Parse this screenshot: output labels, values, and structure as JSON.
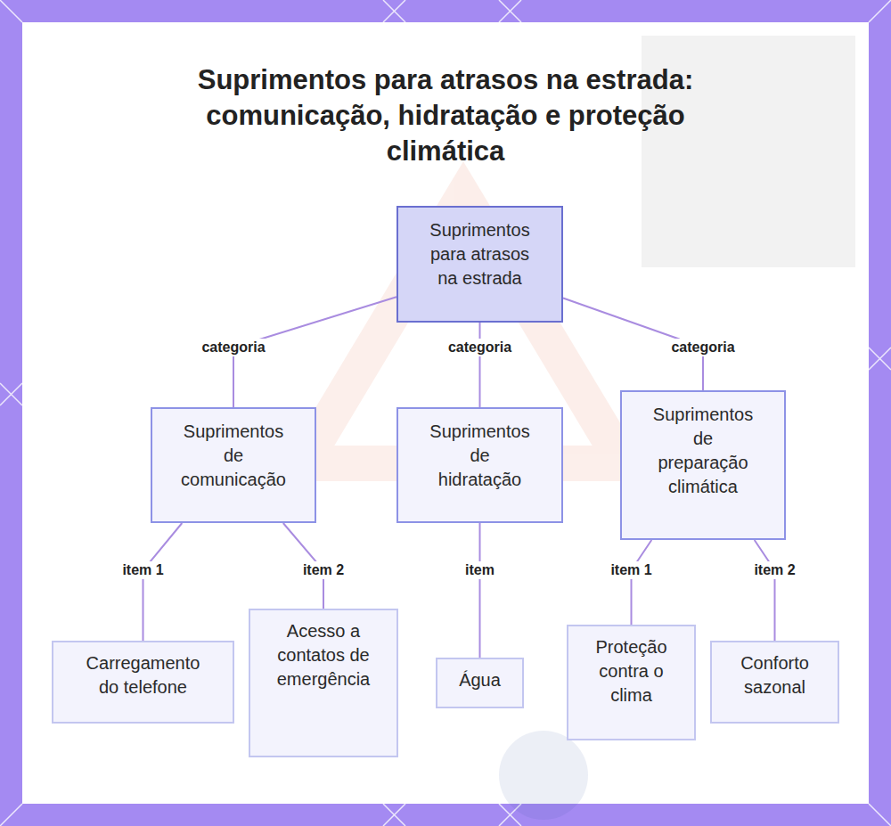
{
  "diagram": {
    "title": "Suprimentos para atrasos na estrada: comunicação, hidratação e proteção climática",
    "nodes": [
      {
        "text": [
          "Suprimentos para atrasos na estrada"
        ]
      },
      {
        "text": [
          "Suprimentos de comunicação"
        ]
      },
      {
        "text": [
          "Suprimentos de hidratação"
        ]
      },
      {
        "text": [
          "Suprimentos de preparação climática"
        ]
      },
      {
        "text": [
          "Carregamento do telefone"
        ]
      },
      {
        "text": [
          "Acesso a contatos de emergência"
        ]
      },
      {
        "text": [
          "Água"
        ]
      },
      {
        "text": [
          "Proteção contra o clima"
        ]
      },
      {
        "text": [
          "Conforto sazonal"
        ]
      }
    ],
    "edges": [
      {
        "from": 0,
        "to": 1,
        "label": "categoria",
        "arrow": "none"
      },
      {
        "from": 0,
        "to": 2,
        "label": "categoria",
        "arrow": "none"
      },
      {
        "from": 0,
        "to": 3,
        "label": "categoria",
        "arrow": "none"
      },
      {
        "from": 1,
        "to": 4,
        "label": "item 1",
        "arrow": "none"
      },
      {
        "from": 1,
        "to": 5,
        "label": "item 2",
        "arrow": "none"
      },
      {
        "from": 2,
        "to": 6,
        "label": "item",
        "arrow": "none"
      },
      {
        "from": 3,
        "to": 7,
        "label": "item 1",
        "arrow": "none"
      },
      {
        "from": 3,
        "to": 8,
        "label": "item 2",
        "arrow": "none"
      }
    ]
  }
}
